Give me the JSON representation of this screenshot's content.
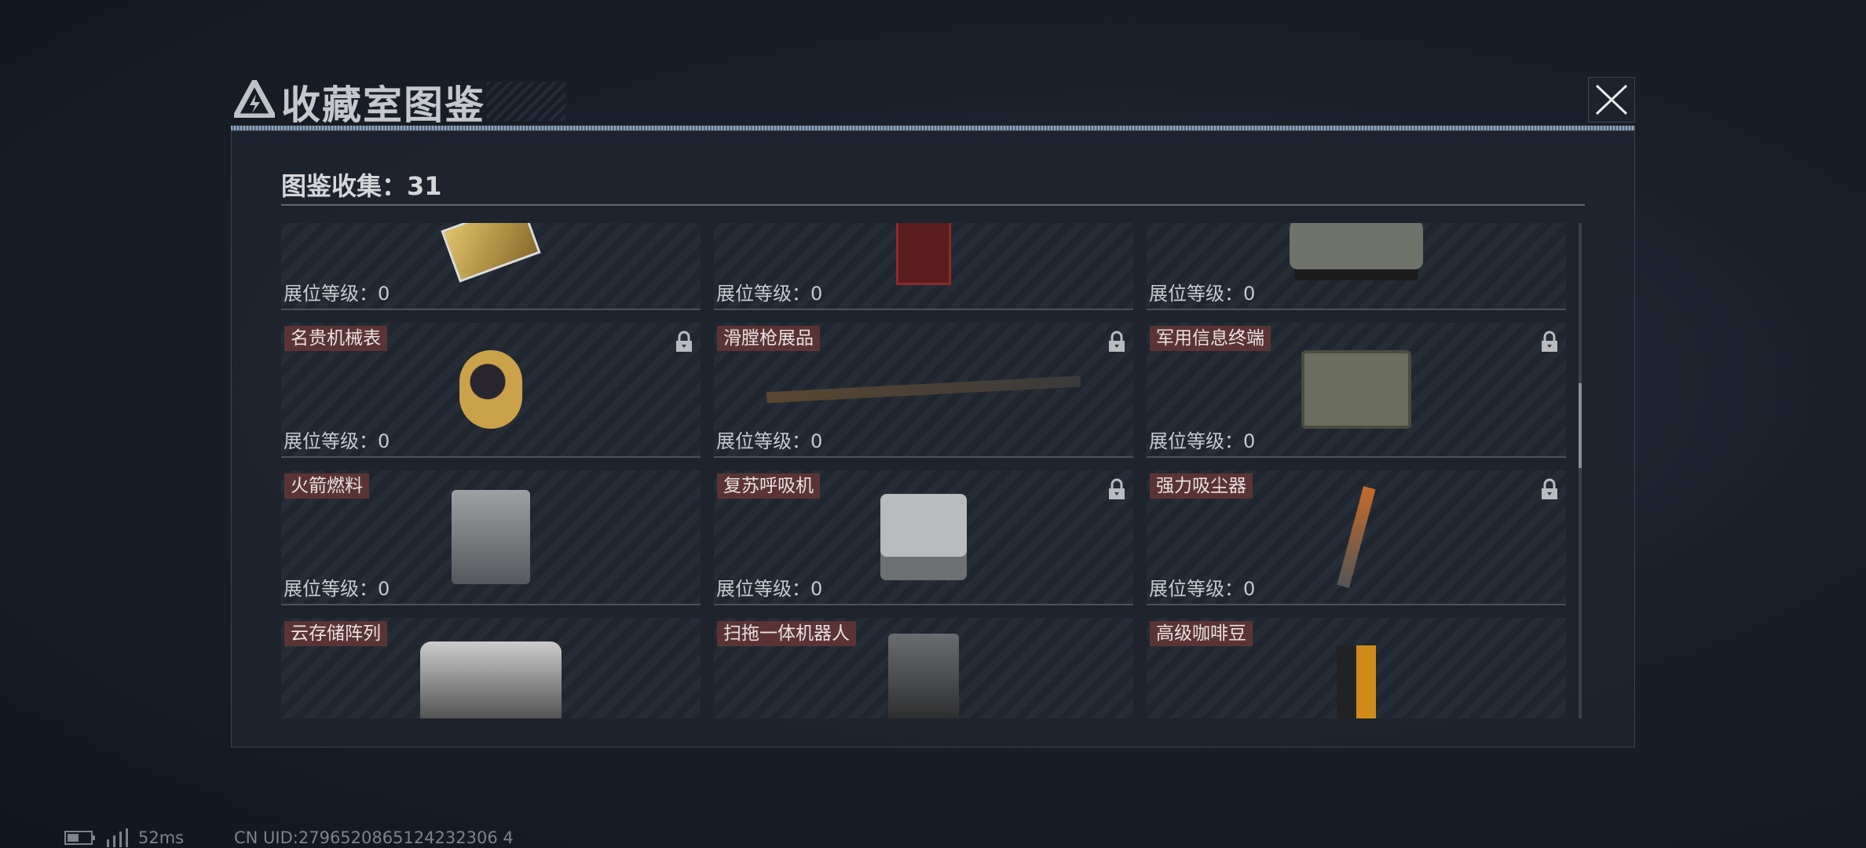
{
  "header": {
    "title": "收藏室图鉴",
    "close_icon": "close-icon",
    "logo_icon": "triangle-bolt-icon"
  },
  "summary": {
    "count_label": "图鉴收集：31"
  },
  "level_label": "展位等级：0",
  "items": [
    {
      "name": "",
      "locked": false,
      "art": "circuit-board"
    },
    {
      "name": "",
      "locked": false,
      "art": "red-box"
    },
    {
      "name": "",
      "locked": false,
      "art": "armored-vehicle"
    },
    {
      "name": "名贵机械表",
      "locked": true,
      "art": "gold-watch"
    },
    {
      "name": "滑膛枪展品",
      "locked": true,
      "art": "musket"
    },
    {
      "name": "军用信息终端",
      "locked": true,
      "art": "rugged-case"
    },
    {
      "name": "火箭燃料",
      "locked": false,
      "art": "jerrycan"
    },
    {
      "name": "复苏呼吸机",
      "locked": true,
      "art": "ventilator"
    },
    {
      "name": "强力吸尘器",
      "locked": true,
      "art": "vacuum"
    },
    {
      "name": "云存储阵列",
      "locked": false,
      "art": "storage-array"
    },
    {
      "name": "扫拖一体机器人",
      "locked": false,
      "art": "robot-station"
    },
    {
      "name": "高级咖啡豆",
      "locked": false,
      "art": "coffee-bag"
    }
  ],
  "status": {
    "ping": "52ms",
    "uid": "CN UID:2796520865124232306 4"
  }
}
